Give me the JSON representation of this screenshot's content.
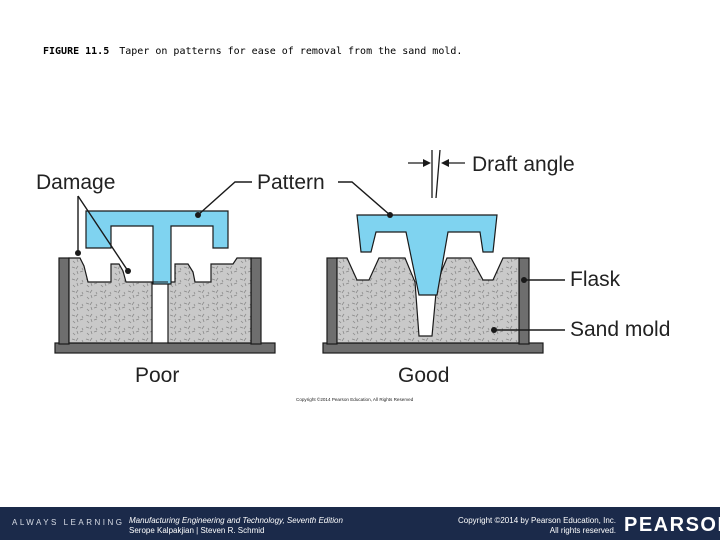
{
  "caption": {
    "figure_number": "FIGURE 11.5",
    "text": "Taper on patterns for ease of removal from the sand mold."
  },
  "diagram": {
    "labels": {
      "damage": "Damage",
      "pattern": "Pattern",
      "draft_angle": "Draft angle",
      "flask": "Flask",
      "sand_mold": "Sand mold",
      "poor": "Poor",
      "good": "Good"
    },
    "copyright_small": "Copyright ©2014 Pearson Education, All Rights Reserved",
    "colors": {
      "pattern": "#7fd3f0",
      "sand": "#c9c9c9",
      "flask": "#6e6e6e",
      "line": "#1a1a1a"
    }
  },
  "footer": {
    "brand": "ALWAYS LEARNING",
    "book_title": "Manufacturing Engineering and Technology, Seventh Edition",
    "authors": "Serope Kalpakjian | Steven R. Schmid",
    "copyright_line1": "Copyright ©2014 by Pearson Education, Inc.",
    "copyright_line2": "All rights reserved.",
    "logo": "PEARSON",
    "background": "#1b2a4a"
  }
}
